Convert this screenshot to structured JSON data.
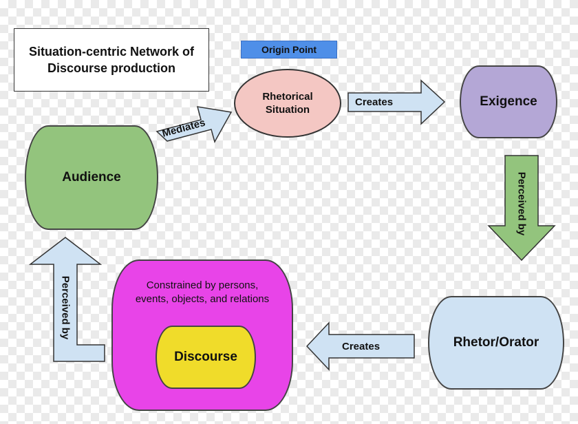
{
  "title": "Situation-centric Network of Discourse production",
  "origin_label": "Origin Point",
  "nodes": {
    "rhetorical_situation": "Rhetorical Situation",
    "exigence": "Exigence",
    "audience": "Audience",
    "rhetor": "Rhetor/Orator",
    "constraints": "Constrained by persons, events, objects, and relations",
    "discourse": "Discourse"
  },
  "arrows": {
    "mediates": "Mediates",
    "creates_top": "Creates",
    "perceived_right": "Perceived by",
    "creates_bottom": "Creates",
    "perceived_left": "Perceived by"
  },
  "colors": {
    "arrow_blue": "#cfe2f3",
    "arrow_green": "#93c47d",
    "origin": "#4f8fe8",
    "ellipse": "#f4c7c3",
    "exigence": "#b4a7d6",
    "audience": "#93c47d",
    "rhetor": "#cfe2f3",
    "constraints": "#e844e8",
    "discourse": "#f0dc2a"
  }
}
